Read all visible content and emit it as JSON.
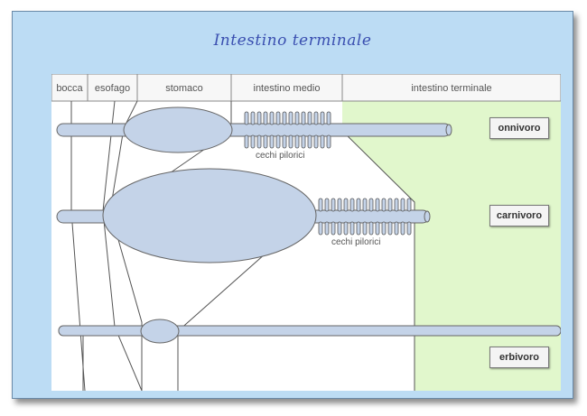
{
  "title": "Intestino terminale",
  "columns": [
    "bocca",
    "esofago",
    "stomaco",
    "intestino medio",
    "intestino terminale"
  ],
  "labels": {
    "ceca_top": "cechi pilorici",
    "ceca_mid": "cechi pilorici"
  },
  "animals": [
    "onnivoro",
    "carnivoro",
    "erbivoro"
  ],
  "colors": {
    "frame": "#bcdcf4",
    "organ_fill": "#c4d3e8",
    "terminal_region": "#e1f7cc",
    "title": "#3a4fb0"
  }
}
